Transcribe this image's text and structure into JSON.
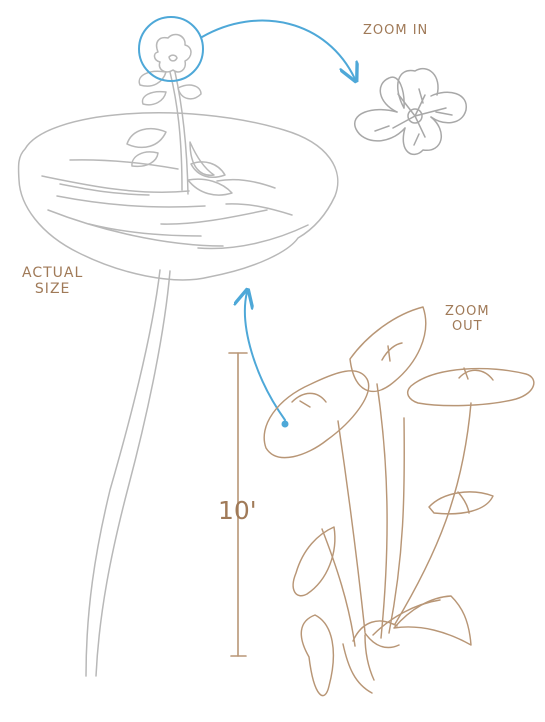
{
  "labels": {
    "zoom_in": "ZOOM IN",
    "actual_size_line1": "ACTUAL",
    "actual_size_line2": "SIZE",
    "zoom_out_line1": "ZOOM",
    "zoom_out_line2": "OUT",
    "height": "10'"
  },
  "colors": {
    "paper": "#ffffff",
    "pencil_gray": "#b8b8b8",
    "pencil_brown": "#b89676",
    "callout_blue": "#4ea8d8"
  }
}
